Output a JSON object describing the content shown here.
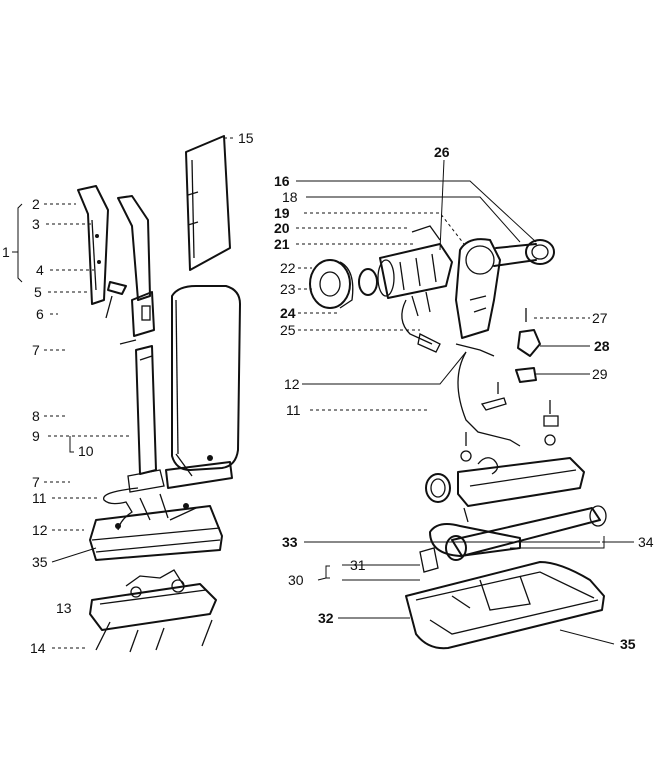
{
  "labels": {
    "l1": "1",
    "l2": "2",
    "l3": "3",
    "l4": "4",
    "l5": "5",
    "l6": "6",
    "l7a": "7",
    "l7b": "7",
    "l8": "8",
    "l9": "9",
    "l10": "10",
    "l11a": "11",
    "l11b": "11",
    "l12a": "12",
    "l12b": "12",
    "l13": "13",
    "l14": "14",
    "l15": "15",
    "l16": "16",
    "l18": "18",
    "l19": "19",
    "l20": "20",
    "l21": "21",
    "l22": "22",
    "l23": "23",
    "l24": "24",
    "l25": "25",
    "l26": "26",
    "l27": "27",
    "l28": "28",
    "l29": "29",
    "l30": "30",
    "l31": "31",
    "l32": "32",
    "l33": "33",
    "l34": "34",
    "l35a": "35",
    "l35b": "35"
  },
  "colors": {
    "ink": "#111111",
    "paper": "#ffffff"
  }
}
